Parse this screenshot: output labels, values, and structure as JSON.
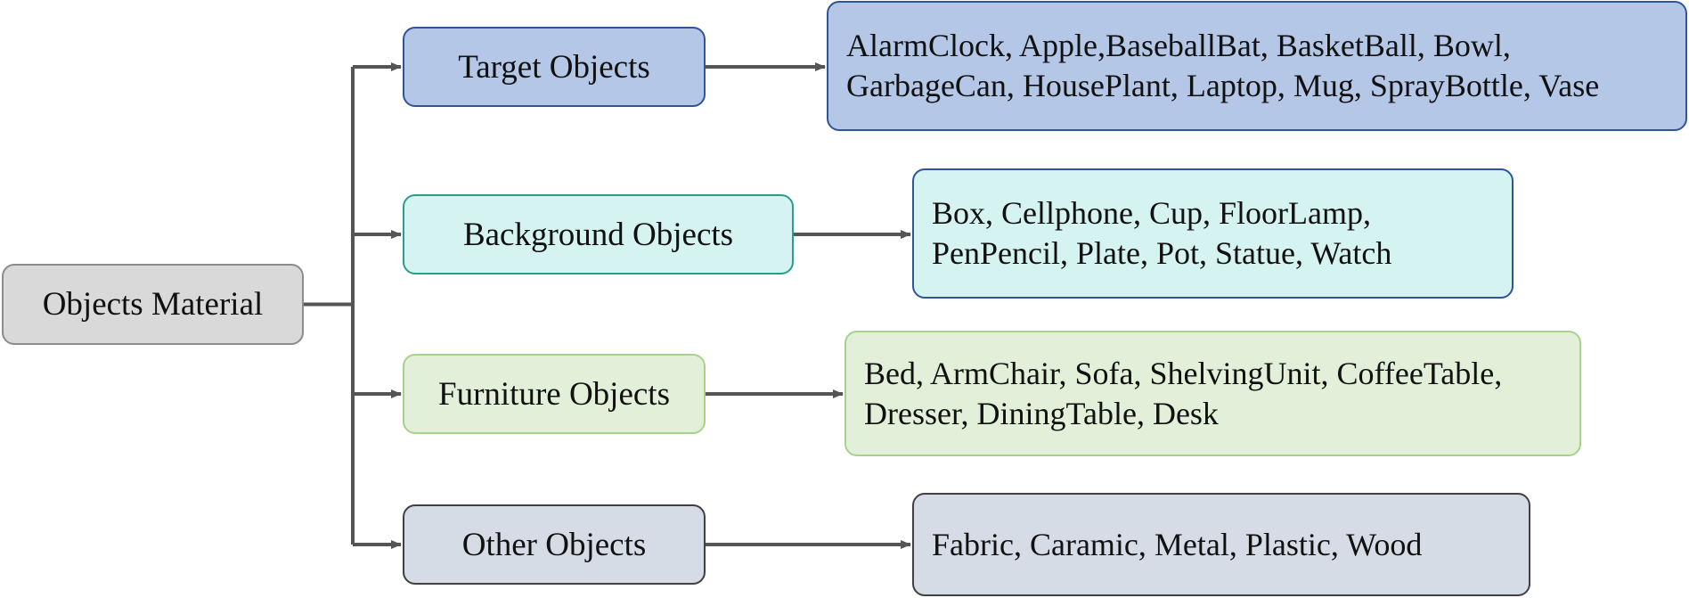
{
  "root": {
    "label": "Objects Material",
    "fill": "#d9d9d9",
    "border": "#8c8c8c"
  },
  "colors": {
    "connector": "#555555"
  },
  "categories": [
    {
      "label": "Target Objects",
      "fill": "#b4c7e7",
      "border": "#2f5597",
      "items_lines": [
        "AlarmClock, Apple,BaseballBat, BasketBall, Bowl,",
        "GarbageCan, HousePlant, Laptop, Mug, SprayBottle, Vase"
      ],
      "items_fill": "#b4c7e7",
      "items_border": "#2f5597"
    },
    {
      "label": "Background Objects",
      "fill": "#d5f3f0",
      "border": "#2e9b8f",
      "items_lines": [
        "Box, Cellphone, Cup, FloorLamp,",
        "PenPencil, Plate, Pot, Statue, Watch"
      ],
      "items_fill": "#d5f3f0",
      "items_border": "#2f5597"
    },
    {
      "label": "Furniture Objects",
      "fill": "#e2f0d9",
      "border": "#a9d18e",
      "items_lines": [
        "Bed, ArmChair, Sofa, ShelvingUnit, CoffeeTable,",
        "Dresser, DiningTable, Desk"
      ],
      "items_fill": "#e2f0d9",
      "items_border": "#a9d18e"
    },
    {
      "label": "Other Objects",
      "fill": "#d6dce5",
      "border": "#404040",
      "items_lines": [
        "Fabric, Caramic, Metal, Plastic, Wood"
      ],
      "items_fill": "#d6dce5",
      "items_border": "#404040"
    }
  ]
}
